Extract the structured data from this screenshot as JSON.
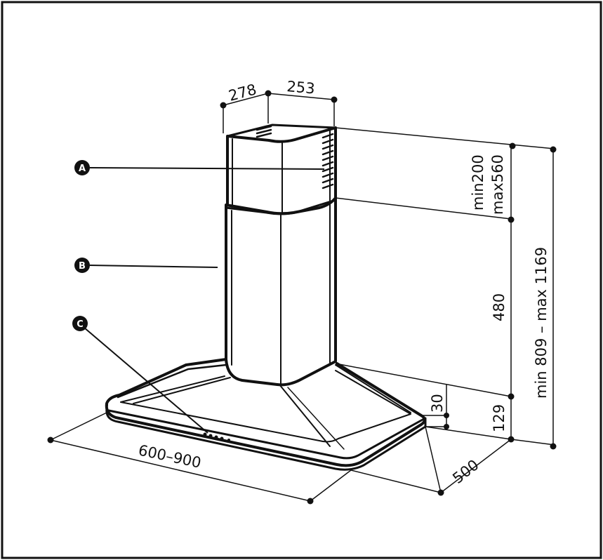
{
  "callouts": {
    "a": "A",
    "b": "B",
    "c": "C"
  },
  "dimensions": {
    "chimney_depth": "278",
    "chimney_width": "253",
    "upper_chimney_height": "min200 max560",
    "upper_chimney_min": "min200",
    "upper_chimney_max": "max560",
    "lower_chimney_height": "480",
    "total_height": "min 809 – max 1169",
    "canopy_height": "129",
    "edge_thickness": "30",
    "width_range": "600–900",
    "depth": "500"
  },
  "colors": {
    "line": "#111111",
    "background": "#ffffff"
  }
}
